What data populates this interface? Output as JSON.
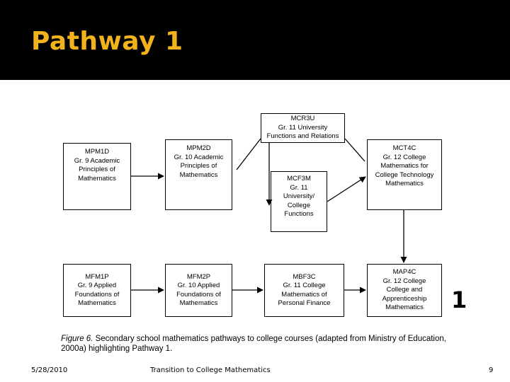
{
  "header": {
    "title": "Pathway 1",
    "bg": "#000000",
    "title_color": "#f2b21c"
  },
  "boxes": {
    "mpm1d": "MPM1D\nGr. 9 Academic\nPrinciples of\nMathematics",
    "mpm2d": "MPM2D\nGr. 10 Academic\nPrinciples of\nMathematics",
    "mcr3u": "MCR3U\nGr. 11 University\nFunctions and Relations",
    "mcf3m": "MCF3M\nGr. 11\nUniversity/\nCollege\nFunctions",
    "mct4c": "MCT4C\nGr. 12 College\nMathematics for\nCollege Technology\nMathematics",
    "mfm1p": "MFM1P\nGr. 9 Applied\nFoundations of\nMathematics",
    "mfm2p": "MFM2P\nGr. 10 Applied\nFoundations of\nMathematics",
    "mbf3c": "MBF3C\nGr. 11 College\nMathematics of\nPersonal Finance",
    "map4c": "MAP4C\nGr. 12 College\nCollege and\nApprenticeship\nMathematics"
  },
  "caption": {
    "figure_label": "Figure 6.",
    "text": "  Secondary school mathematics pathways to college courses (adapted from Ministry of Education, 2000a) highlighting Pathway 1."
  },
  "pathway_number": "1",
  "footer": {
    "date": "5/28/2010",
    "center": "Transition to College Mathematics",
    "page": "9"
  }
}
